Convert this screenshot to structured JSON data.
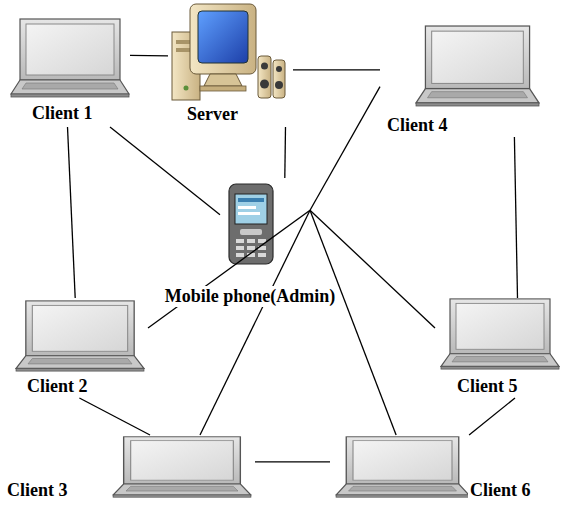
{
  "diagram": {
    "nodes": [
      {
        "text": [
          "Client 1"
        ]
      },
      {
        "text": [
          "Server"
        ]
      },
      {
        "text": [
          "Client 4"
        ]
      },
      {
        "text": [
          "Mobile phone(Admin)"
        ]
      },
      {
        "text": [
          "Client 2"
        ]
      },
      {
        "text": [
          "Client 5"
        ]
      },
      {
        "text": [
          "Client 3"
        ]
      },
      {
        "text": [
          "Client 6"
        ]
      }
    ],
    "edges": [
      {
        "from": 0,
        "to": 1,
        "arrow": "none"
      },
      {
        "from": 1,
        "to": 2,
        "arrow": "none"
      },
      {
        "from": 0,
        "to": 4,
        "arrow": "none"
      },
      {
        "from": 2,
        "to": 5,
        "arrow": "none"
      },
      {
        "from": 4,
        "to": 6,
        "arrow": "none"
      },
      {
        "from": 6,
        "to": 7,
        "arrow": "none"
      },
      {
        "from": 5,
        "to": 7,
        "arrow": "none"
      },
      {
        "from": 0,
        "to": 3,
        "arrow": "none"
      },
      {
        "from": 1,
        "to": 3,
        "arrow": "none"
      },
      {
        "from": 3,
        "to": 2,
        "arrow": "none"
      },
      {
        "from": 3,
        "to": 4,
        "arrow": "none"
      },
      {
        "from": 3,
        "to": 5,
        "arrow": "none"
      },
      {
        "from": 3,
        "to": 6,
        "arrow": "none"
      },
      {
        "from": 3,
        "to": 7,
        "arrow": "none"
      }
    ]
  }
}
